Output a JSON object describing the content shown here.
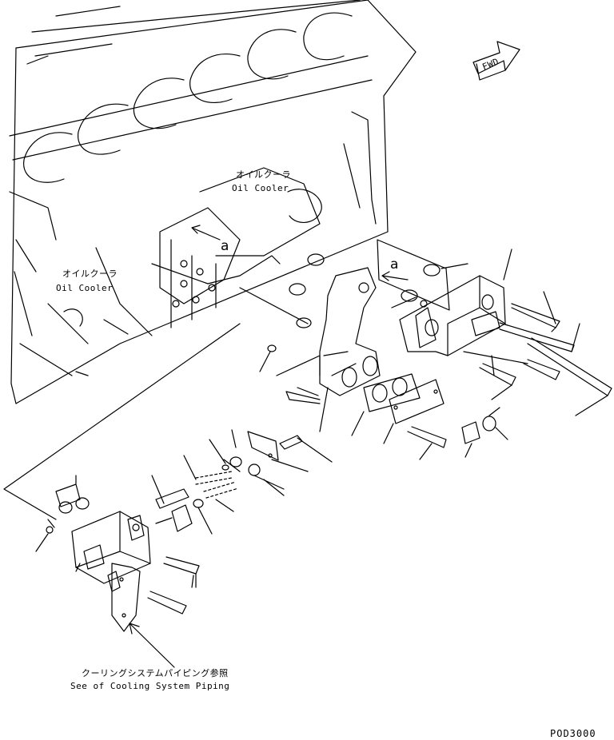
{
  "labels": {
    "oil_cooler_top_jp": "オイルクーラ",
    "oil_cooler_top_en": "Oil Cooler",
    "oil_cooler_left_jp": "オイルクーラ",
    "oil_cooler_left_en": "Oil Cooler",
    "ref_a_1": "a",
    "ref_a_2": "a",
    "fwd": "FWD",
    "note_jp": "クーリングシステムパイピング参照",
    "note_en": "See of Cooling System Piping",
    "drawing_code": "POD3000"
  },
  "colors": {
    "line": "#000000",
    "background": "#ffffff"
  }
}
